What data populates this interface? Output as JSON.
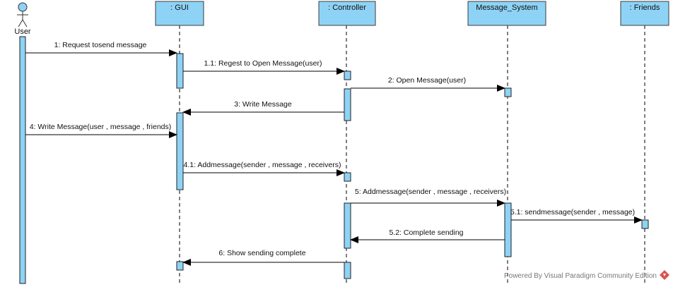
{
  "actor": {
    "name": "User"
  },
  "participants": [
    {
      "name": ": GUI"
    },
    {
      "name": ": Controller"
    },
    {
      "name": "Message_System"
    },
    {
      "name": ": Friends"
    }
  ],
  "messages": [
    {
      "label": "1: Request tosend  message"
    },
    {
      "label": "1.1: Regest to Open Message(user)"
    },
    {
      "label": "2: Open Message(user)"
    },
    {
      "label": "3: Write  Message"
    },
    {
      "label": "4: Write  Message(user , message , friends)"
    },
    {
      "label": "4.1: Addmessage(sender  , message  , receivers)"
    },
    {
      "label": "5: Addmessage(sender  , message  , receivers)"
    },
    {
      "label": "5.1: sendmessage(sender , message)"
    },
    {
      "label": "5.2: Complete sending"
    },
    {
      "label": "6: Show sending  complete"
    }
  ],
  "watermark": {
    "text": "Powered By  Visual Paradigm Community Edition"
  },
  "colors": {
    "box_fill": "#8ed3f5",
    "line": "#000000",
    "watermark": "#777777"
  }
}
